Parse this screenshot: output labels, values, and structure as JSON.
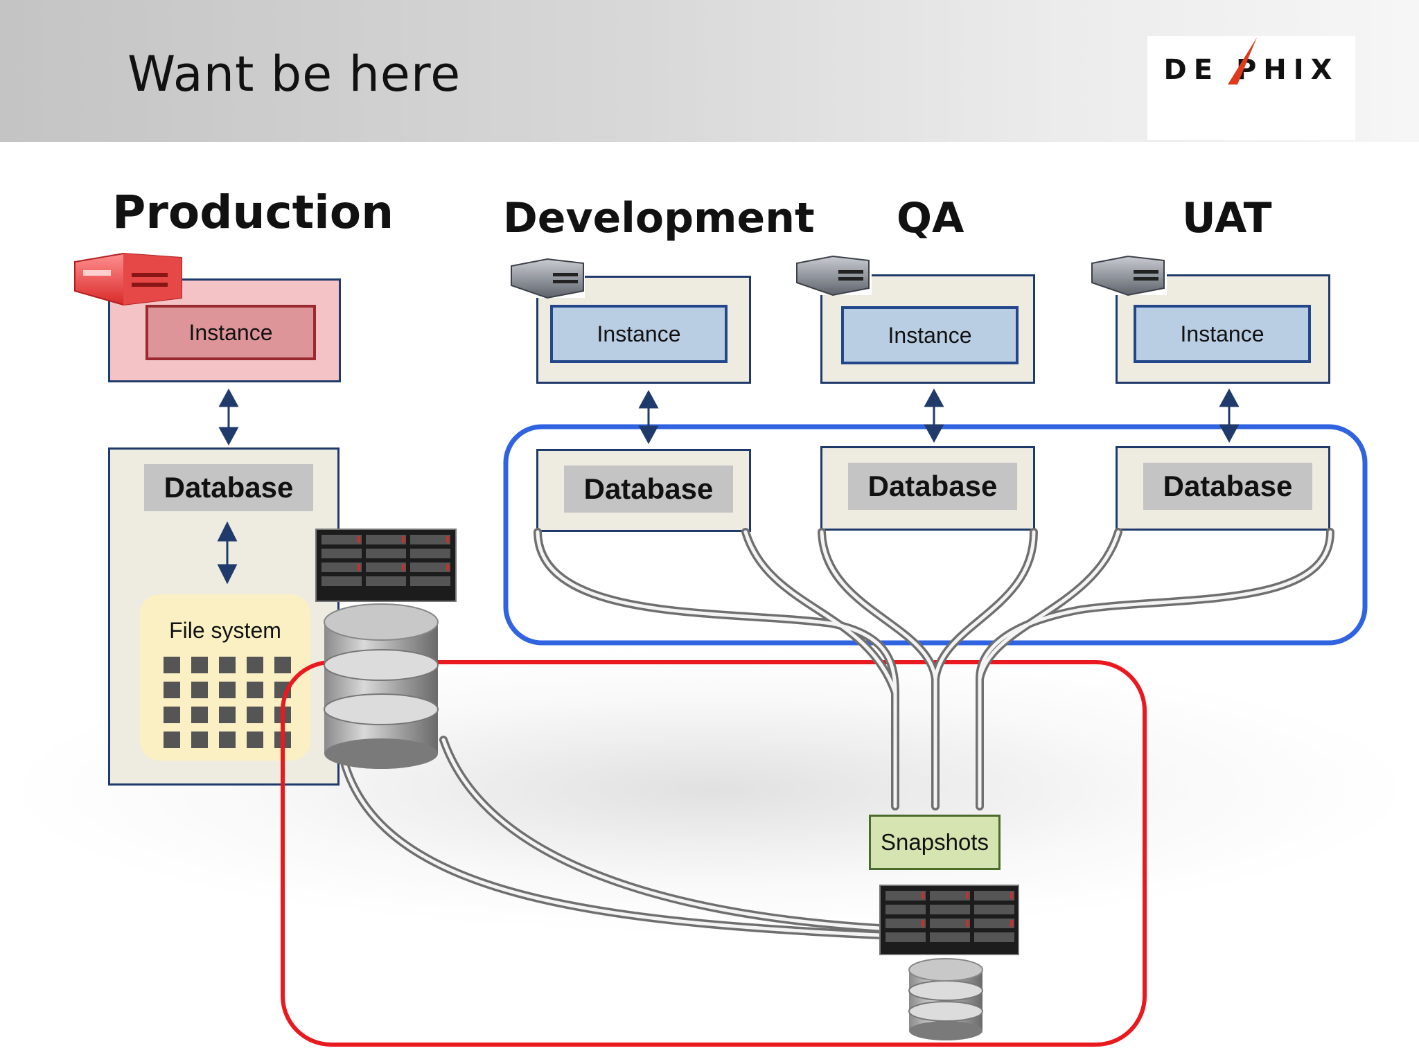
{
  "slide": {
    "title": "Want be here"
  },
  "logo": {
    "text": "DE PHIX"
  },
  "production": {
    "label": "Production",
    "instance_label": "Instance",
    "database_label": "Database",
    "filesystem_label": "File system"
  },
  "environments": [
    {
      "label": "Development",
      "instance_label": "Instance",
      "database_label": "Database"
    },
    {
      "label": "QA",
      "instance_label": "Instance",
      "database_label": "Database"
    },
    {
      "label": "UAT",
      "instance_label": "Instance",
      "database_label": "Database"
    }
  ],
  "snapshots": {
    "label": "Snapshots"
  },
  "colors": {
    "production_highlight": "#f3c3c6",
    "virtual_group_outline": "#2f63e0",
    "delphix_group_outline": "#e8191f",
    "snapshots_fill": "#d5e4b0",
    "panel_border": "#1f3a6b"
  }
}
